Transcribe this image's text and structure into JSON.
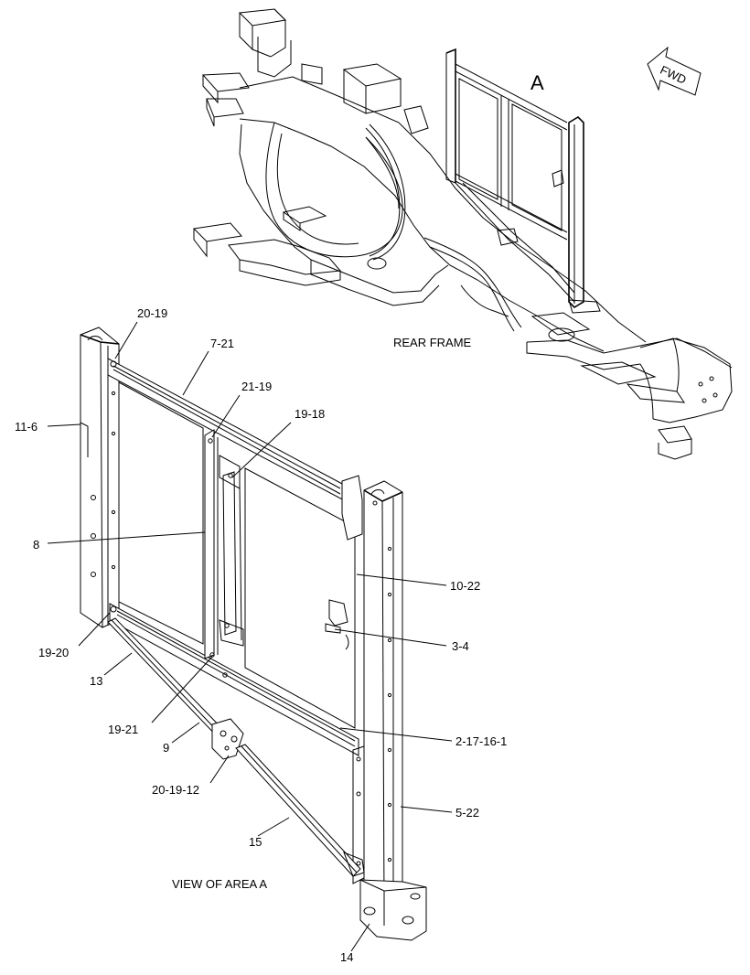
{
  "labels": {
    "area_marker": "A",
    "fwd_arrow": "FWD",
    "rear_frame": "REAR FRAME",
    "view_caption": "VIEW OF AREA A"
  },
  "callouts": {
    "c_20_19": "20-19",
    "c_7_21": "7-21",
    "c_21_19": "21-19",
    "c_19_18": "19-18",
    "c_11_6": "11-6",
    "c_8": "8",
    "c_10_22": "10-22",
    "c_3_4": "3-4",
    "c_19_20": "19-20",
    "c_13": "13",
    "c_19_21": "19-21",
    "c_9": "9",
    "c_2_17_16_1": "2-17-16-1",
    "c_20_19_12": "20-19-12",
    "c_5_22": "5-22",
    "c_15": "15",
    "c_14": "14"
  }
}
